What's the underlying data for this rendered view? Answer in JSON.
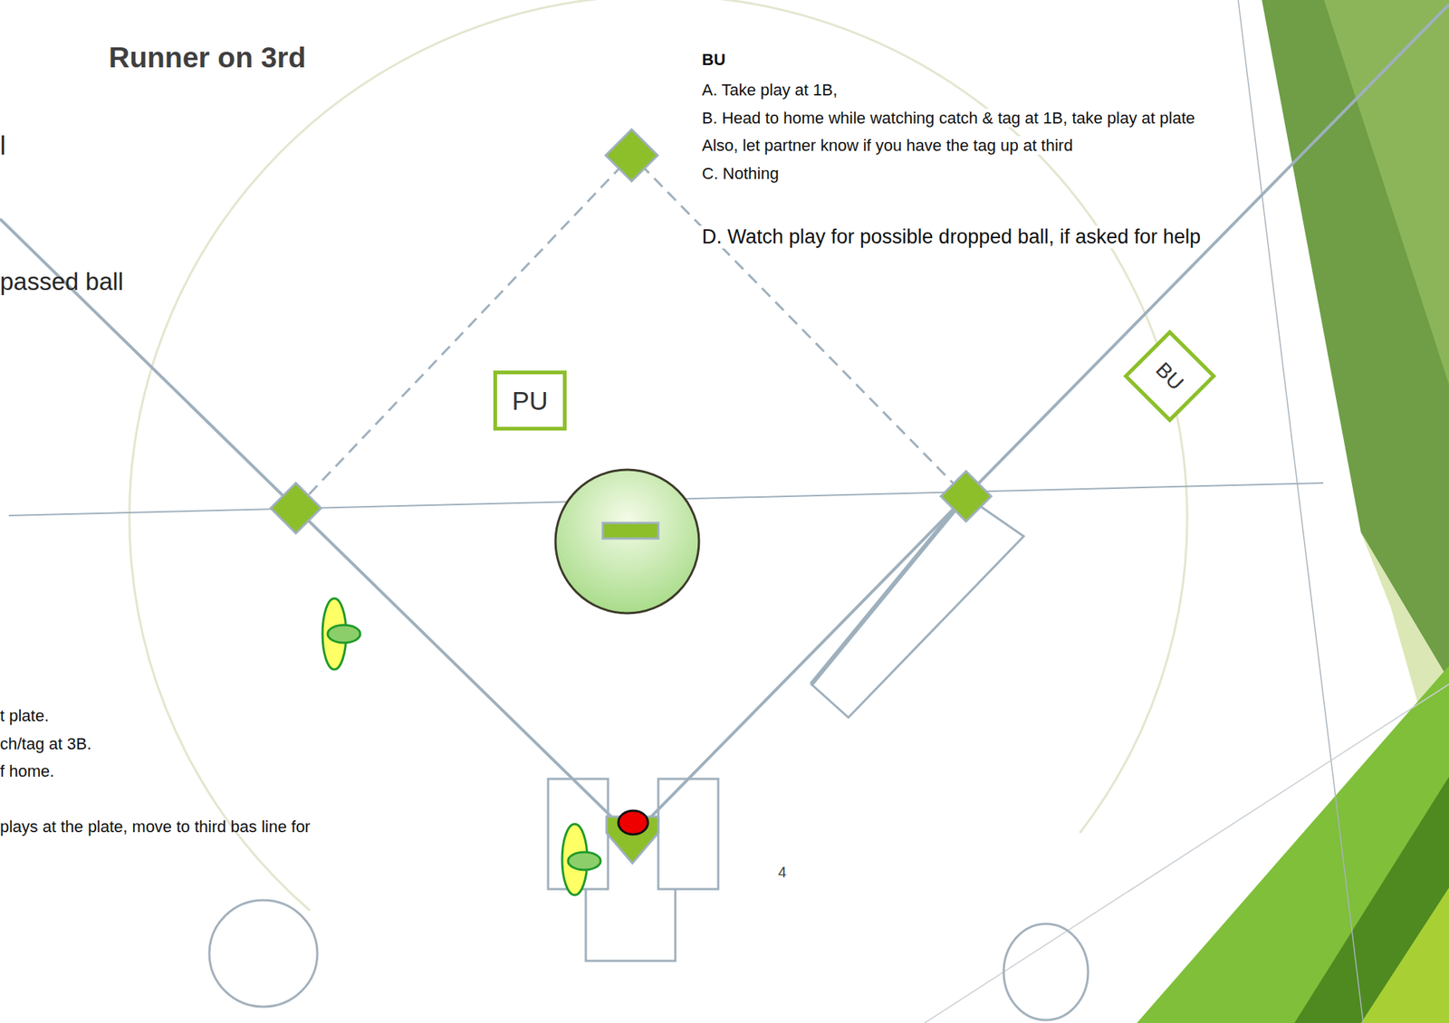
{
  "diagram": {
    "title": "Runner on  3rd",
    "nodes": [
      {
        "text": [
          "PU"
        ]
      },
      {
        "text": [
          "BU"
        ]
      }
    ],
    "labels": [
      "l",
      "passed ball",
      "BU",
      "A. Take play at 1B,",
      "B. Head to home while watching catch & tag at 1B, take play at plate",
      "Also, let partner know if you have the tag up at third",
      "C. Nothing",
      "D. Watch play for possible dropped ball, if asked for help",
      "t plate.",
      "ch/tag at 3B.",
      "f home.",
      "plays at the plate, move to third bas line for",
      "4"
    ]
  }
}
